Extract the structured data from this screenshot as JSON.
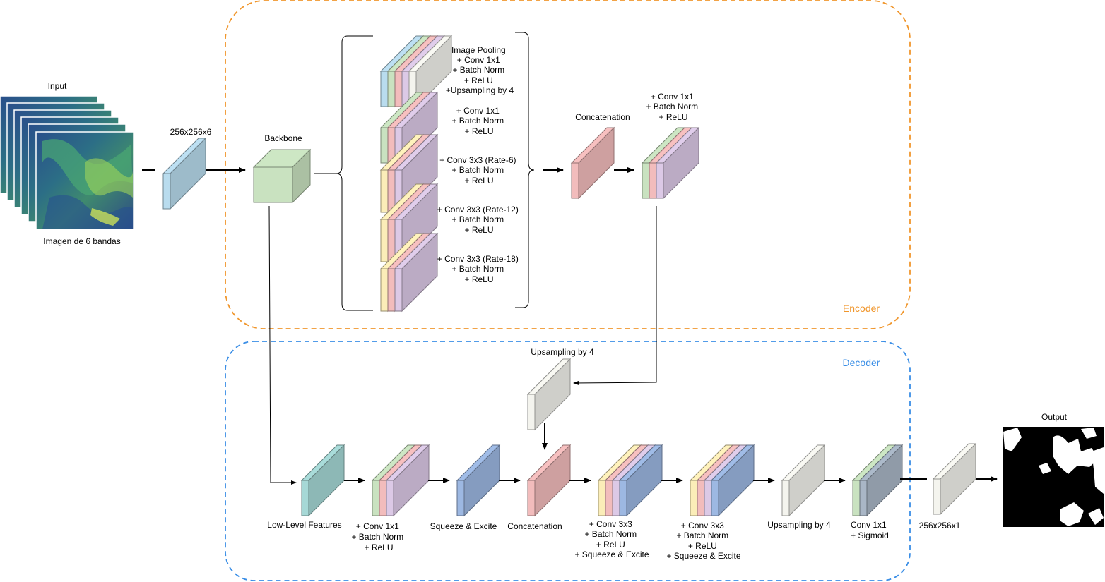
{
  "colors": {
    "encoder": "#F0962C",
    "decoder": "#3A8EE6",
    "blue": "#B9DCEE",
    "green": "#C9E2C0",
    "red": "#F2BCBC",
    "purple": "#DCC9E6",
    "yellow": "#FBEDB8",
    "white": "#F4F4EE",
    "teal": "#A6D8D6",
    "softblue": "#9DB8E2",
    "slate": "#A9B6C6"
  },
  "input": {
    "title": "Input",
    "caption": "Imagen de 6 bandas",
    "dims": "256x256x6"
  },
  "encoder": {
    "label": "Encoder",
    "backbone": "Backbone",
    "aspp": [
      [
        "Image Pooling",
        "+ Conv 1x1",
        "+ Batch Norm",
        "+ ReLU",
        "+Upsampling by 4"
      ],
      [
        "+ Conv 1x1",
        "+ Batch Norm",
        "+ ReLU"
      ],
      [
        "+ Conv 3x3 (Rate-6)",
        "+ Batch Norm",
        "+ ReLU"
      ],
      [
        "+ Conv 3x3 (Rate-12)",
        "+ Batch Norm",
        "+ ReLU"
      ],
      [
        "+ Conv 3x3 (Rate-18)",
        "+ Batch Norm",
        "+ ReLU"
      ]
    ],
    "concat": "Concatenation",
    "post_conv": [
      "+ Conv 1x1",
      "+ Batch Norm",
      "+ ReLU"
    ]
  },
  "decoder": {
    "label": "Decoder",
    "upsample_top": "Upsampling by 4",
    "stages": [
      [
        "Low-Level Features"
      ],
      [
        "+ Conv 1x1",
        "+ Batch Norm",
        "+ ReLU"
      ],
      [
        "Squeeze & Excite"
      ],
      [
        "Concatenation"
      ],
      [
        "+ Conv 3x3",
        "+ Batch Norm",
        "+ ReLU",
        "+ Squeeze & Excite"
      ],
      [
        "+ Conv 3x3",
        "+ Batch Norm",
        "+ ReLU",
        "+ Squeeze & Excite"
      ],
      [
        "Upsampling by 4"
      ],
      [
        "Conv 1x1",
        "+ Sigmoid"
      ]
    ],
    "out_dims": "256x256x1"
  },
  "output": {
    "title": "Output"
  }
}
